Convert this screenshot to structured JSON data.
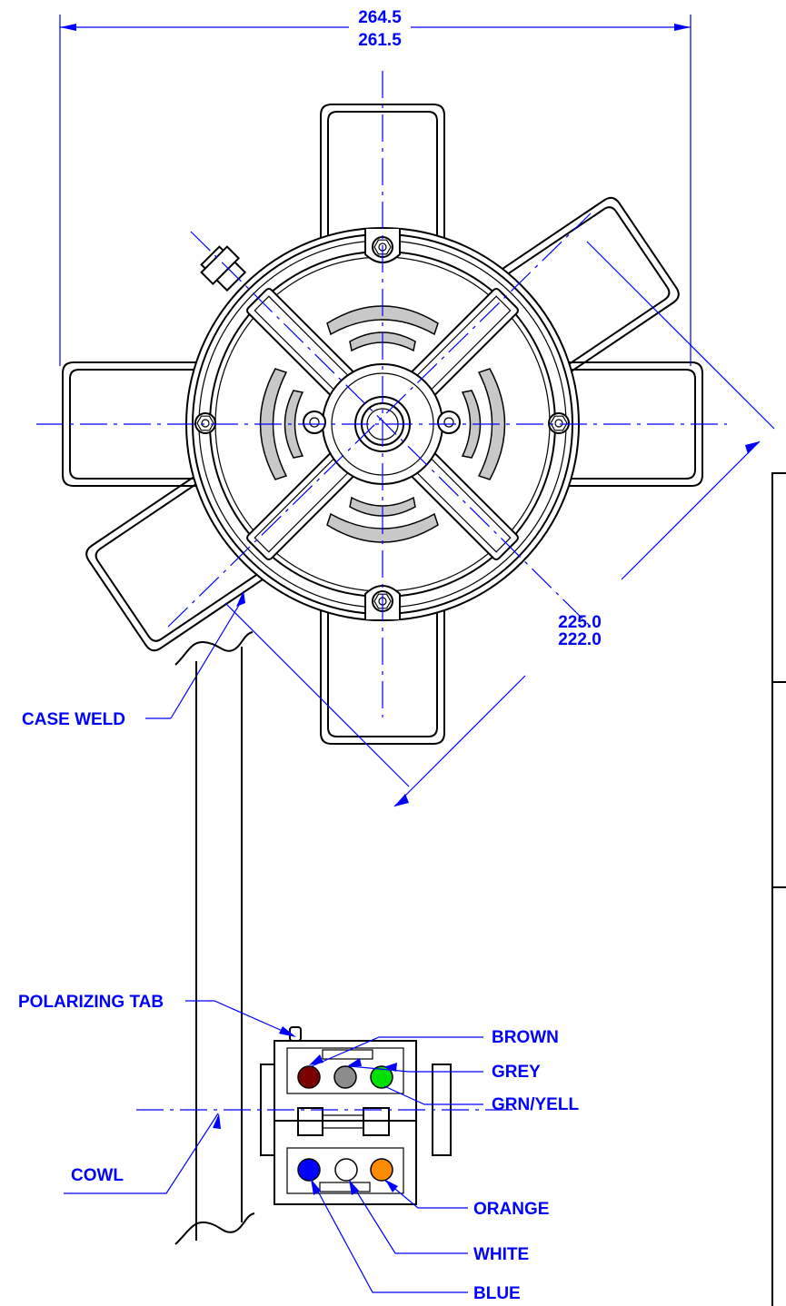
{
  "dimensions": {
    "overall_width_max": "264.5",
    "overall_width_min": "261.5",
    "diameter_max": "225.0",
    "diameter_min": "222.0"
  },
  "callouts": {
    "case_weld": "CASE WELD",
    "polarizing_tab": "POLARIZING TAB",
    "cowl": "COWL"
  },
  "wires": [
    {
      "label": "BROWN",
      "color": "#7a0000"
    },
    {
      "label": "GREY",
      "color": "#8c8c8c"
    },
    {
      "label": "GRN/YELL",
      "color": "#00e000"
    },
    {
      "label": "ORANGE",
      "color": "#ff8c00"
    },
    {
      "label": "WHITE",
      "color": "#ffffff"
    },
    {
      "label": "BLUE",
      "color": "#0000ff"
    }
  ],
  "colors": {
    "annotation": "#0000ff",
    "outline": "#000000",
    "vent_fill": "#c8c8c8"
  }
}
